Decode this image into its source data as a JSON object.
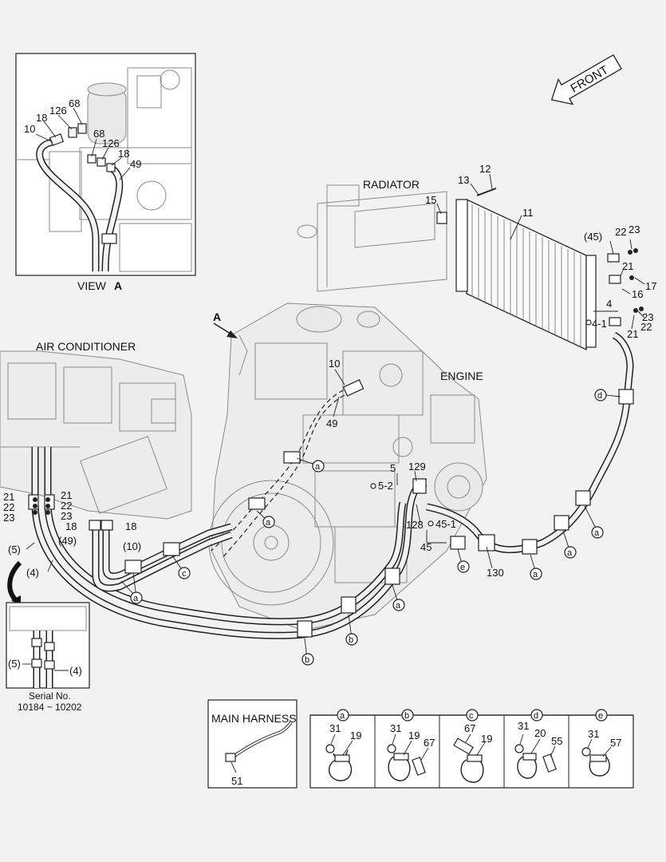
{
  "front_label": "FRONT",
  "view": {
    "title": "VIEW",
    "letter": "A",
    "arrow_letter": "A"
  },
  "view_parts": {
    "p10": "10",
    "p18a": "18",
    "p126a": "126",
    "p68a": "68",
    "p68b": "68",
    "p126b": "126",
    "p18b": "18",
    "p49": "49"
  },
  "headings": {
    "radiator": "RADIATOR",
    "air_conditioner": "AIR CONDITIONER",
    "engine": "ENGINE",
    "main_harness": "MAIN HARNESS"
  },
  "radiator_parts": {
    "p12": "12",
    "p13": "13",
    "p15": "15",
    "p11": "11",
    "p45p": "(45)",
    "p22a": "22",
    "p23a": "23",
    "p21a": "21",
    "p17": "17",
    "p16": "16",
    "p4": "4",
    "p41": "4-1",
    "p23b": "23",
    "p21b": "21",
    "p22b": "22"
  },
  "engine_parts": {
    "p10": "10",
    "p49": "49",
    "p5": "5",
    "p129": "129",
    "p52": "5-2",
    "p128": "128",
    "p451": "45-1",
    "p45": "45",
    "p130": "130"
  },
  "ac_parts": {
    "p21a": "21",
    "p22a": "22",
    "p23a": "23",
    "p21b": "21",
    "p22b": "22",
    "p23b": "23",
    "p18a": "18",
    "p18b": "18",
    "p5p": "(5)",
    "p49p": "(49)",
    "p10p": "(10)",
    "p4p": "(4)"
  },
  "serial": {
    "label": "Serial No.",
    "range": "10184 ~ 10202",
    "p5": "(5)",
    "p4": "(4)"
  },
  "callouts": {
    "a": "a",
    "b": "b",
    "c": "c",
    "d": "d",
    "e": "e"
  },
  "harness_part": "51",
  "clamp_parts": {
    "a": [
      "31",
      "19"
    ],
    "b": [
      "31",
      "19",
      "67"
    ],
    "c": [
      "67",
      "19"
    ],
    "d": [
      "31",
      "20",
      "55"
    ],
    "e": [
      "31",
      "57"
    ]
  }
}
